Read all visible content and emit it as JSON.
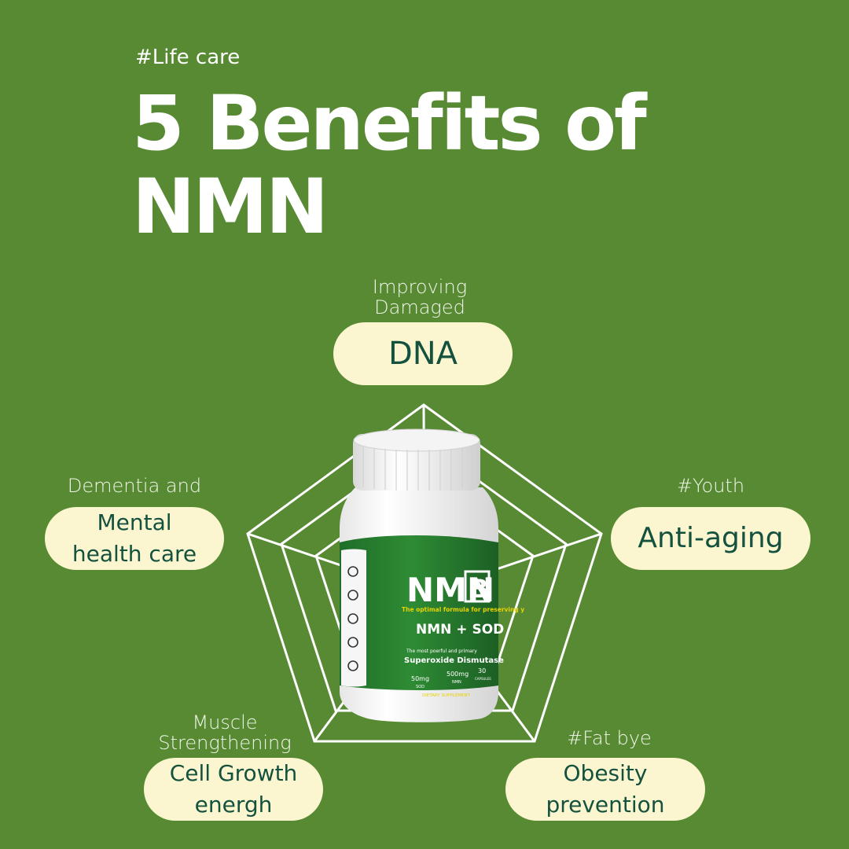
{
  "header": {
    "tag": "#Life care",
    "title_line1": "5 Benefits of",
    "title_line2": "NMN"
  },
  "benefits": {
    "top": {
      "caption_line1": "Improving",
      "caption_line2": "Damaged",
      "label": "DNA"
    },
    "left": {
      "caption": "Dementia and",
      "label_line1": "Mental",
      "label_line2": "health care"
    },
    "right": {
      "caption": "#Youth",
      "label": "Anti-aging"
    },
    "bottom_left": {
      "caption_line1": "Muscle",
      "caption_line2": "Strengthening",
      "label_line1": "Cell Growth",
      "label_line2": "energh"
    },
    "bottom_right": {
      "caption": "#Fat bye",
      "label_line1": "Obesity",
      "label_line2": "prevention"
    }
  },
  "product": {
    "brand": "NMN",
    "brand_badge": "B",
    "tagline": "The optimal formula for preserving y",
    "formula": "NMN + SOD",
    "description": "The most poerful and primary",
    "ingredient": "Superoxide Dismutase",
    "dose1_value": "50mg",
    "dose1_label": "SOD",
    "dose2_value": "500mg",
    "dose2_label": "NMN",
    "count_value": "30",
    "count_label": "CAPSULES",
    "footer": "DIETARY SUPPLEMENT"
  },
  "colors": {
    "background": "#578a33",
    "pill_fill": "#fbf6cf",
    "pill_text": "#14513f",
    "web_stroke": "#ffffff",
    "label_green": "#2e8b34",
    "tagline_yellow": "#e6d200"
  }
}
